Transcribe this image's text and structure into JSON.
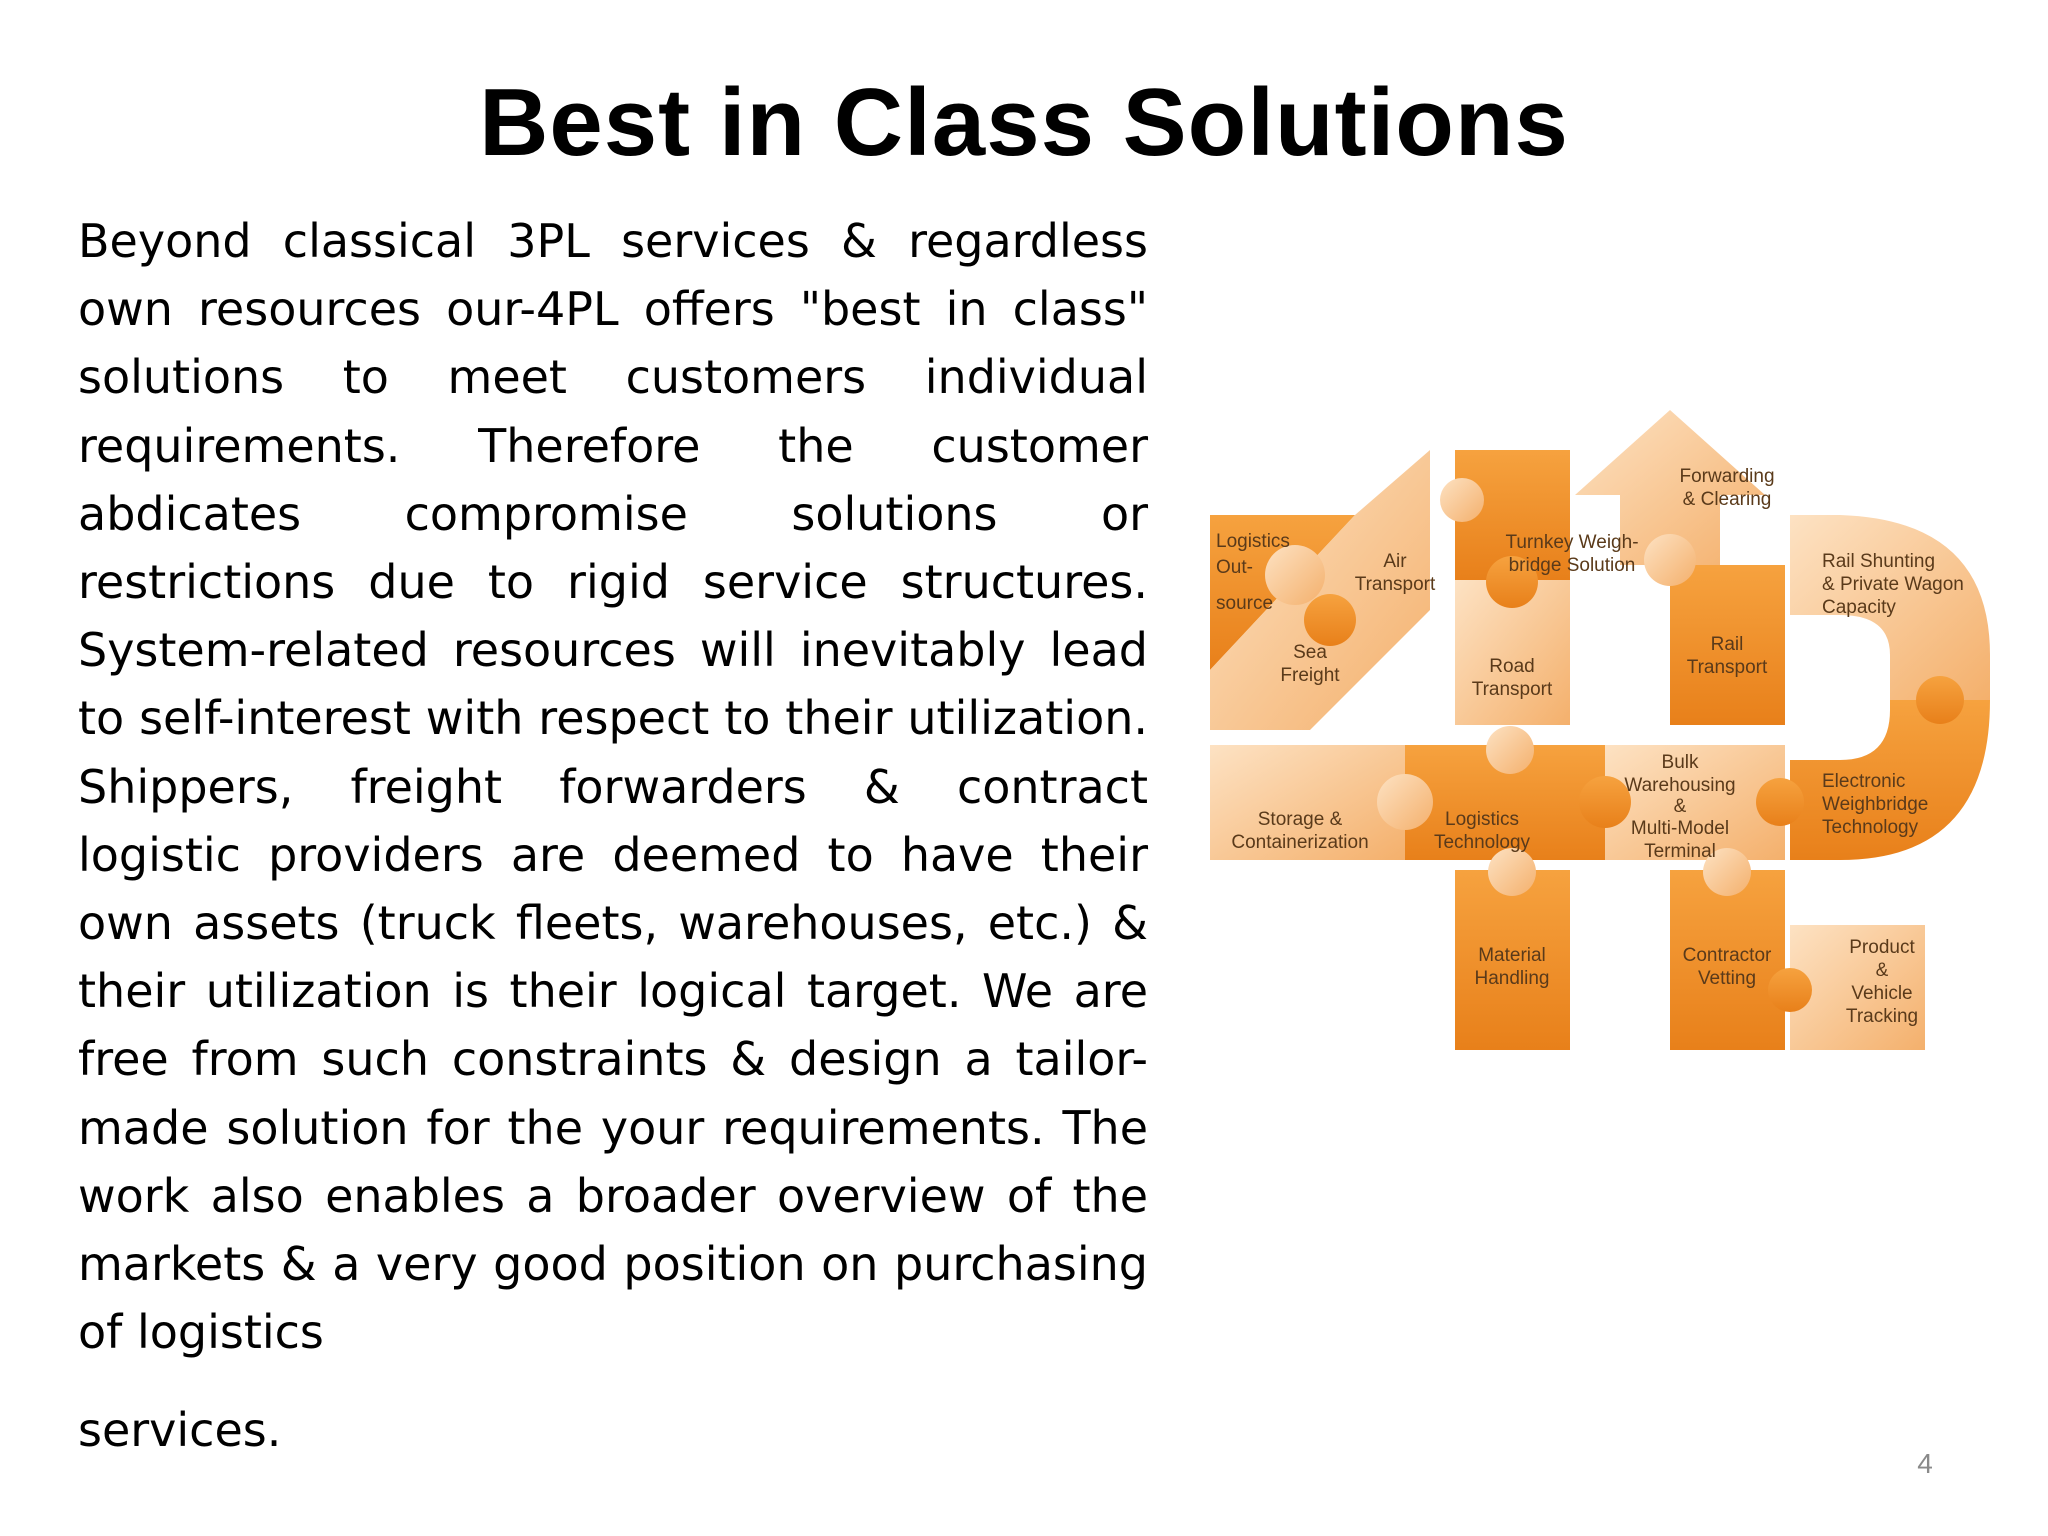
{
  "slide": {
    "title": "Best in Class Solutions",
    "body": "Beyond classical 3PL services & regardless own resources our-4PL offers \"best in class\" solutions to meet customers individual requirements. Therefore the customer abdicates compromise solutions or restrictions due to rigid service structures. System-related resources will inevitably lead to self-interest with respect to their utilization. Shippers, freight forwarders & contract logistic providers are deemed to have their own assets (truck fleets, warehouses, etc.) & their utilization is their logical target. We are free from such constraints & design a tailor-made solution for the your requirements. The work also enables a broader overview of the markets & a very good position on purchasing of logistics",
    "body_last": "services.",
    "page_number": "4"
  },
  "diagram": {
    "description_icon": "4pl-puzzle-graphic",
    "accent_color": "#f0901f",
    "light_color": "#f8c690",
    "labels": {
      "logistics_outsource": [
        "Logistics",
        "Out-",
        "source"
      ],
      "air_transport": [
        "Air",
        "Transport"
      ],
      "sea_freight": [
        "Sea",
        "Freight"
      ],
      "turnkey": [
        "Turnkey Weigh-",
        "bridge Solution"
      ],
      "road_transport": [
        "Road",
        "Transport"
      ],
      "forwarding": [
        "Forwarding",
        "& Clearing"
      ],
      "rail_transport": [
        "Rail",
        "Transport"
      ],
      "rail_shunting": [
        "Rail Shunting",
        "& Private Wagon",
        "Capacity"
      ],
      "storage": [
        "Storage &",
        "Containerization"
      ],
      "logistics_tech": [
        "Logistics",
        "Technology"
      ],
      "bulk": [
        "Bulk",
        "Warehousing",
        "&",
        "Multi-Model",
        "Terminal"
      ],
      "electronic": [
        "Electronic",
        "Weighbridge",
        "Technology"
      ],
      "material": [
        "Material",
        "Handling"
      ],
      "contractor": [
        "Contractor",
        "Vetting"
      ],
      "product": [
        "Product",
        "&",
        "Vehicle",
        "Tracking"
      ]
    }
  }
}
